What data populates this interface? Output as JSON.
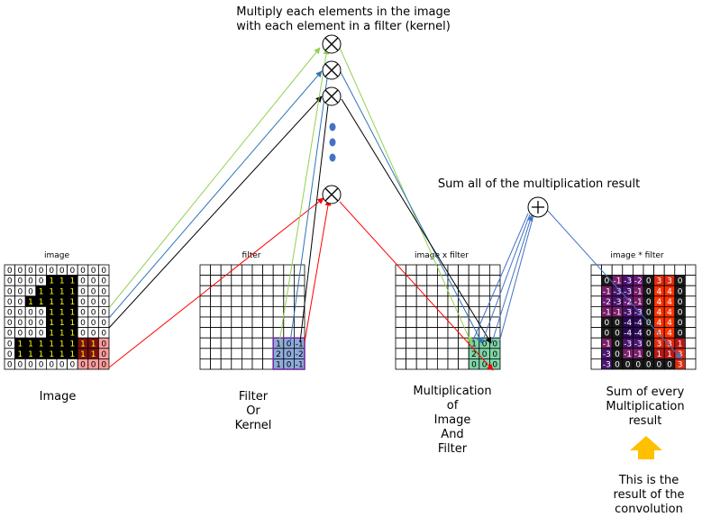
{
  "title_line1": "Multiply each elements in the image",
  "title_line2": "with each element in a filter (kernel)",
  "sum_caption": "Sum all of the multiplication result",
  "grids": {
    "image": {
      "header": "image",
      "caption": [
        "Image"
      ],
      "values": [
        [
          "0",
          "0",
          "0",
          "0",
          "0",
          "0",
          "0",
          "0",
          "0",
          "0"
        ],
        [
          "0",
          "0",
          "0",
          "0",
          "1",
          "1",
          "1",
          "0",
          "0",
          "0"
        ],
        [
          "0",
          "0",
          "0",
          "1",
          "1",
          "1",
          "1",
          "0",
          "0",
          "0"
        ],
        [
          "0",
          "0",
          "1",
          "1",
          "1",
          "1",
          "1",
          "0",
          "0",
          "0"
        ],
        [
          "0",
          "0",
          "0",
          "0",
          "1",
          "1",
          "1",
          "0",
          "0",
          "0"
        ],
        [
          "0",
          "0",
          "0",
          "0",
          "1",
          "1",
          "1",
          "0",
          "0",
          "0"
        ],
        [
          "0",
          "0",
          "0",
          "0",
          "1",
          "1",
          "1",
          "0",
          "0",
          "0"
        ],
        [
          "0",
          "1",
          "1",
          "1",
          "1",
          "1",
          "1",
          "1",
          "1",
          "0"
        ],
        [
          "0",
          "1",
          "1",
          "1",
          "1",
          "1",
          "1",
          "1",
          "1",
          "0"
        ],
        [
          "0",
          "0",
          "0",
          "0",
          "0",
          "0",
          "0",
          "0",
          "0",
          "0"
        ]
      ]
    },
    "filter": {
      "header": "filter",
      "caption": [
        "Filter",
        "Or",
        "Kernel"
      ],
      "kernel": [
        [
          "1",
          "0",
          "-1"
        ],
        [
          "2",
          "0",
          "-2"
        ],
        [
          "1",
          "0",
          "-1"
        ]
      ]
    },
    "product": {
      "header": "image x filter",
      "caption": [
        "Multiplication",
        "of",
        "Image",
        "And",
        "Filter"
      ],
      "block": [
        [
          "1",
          "0",
          "0"
        ],
        [
          "2",
          "0",
          "0"
        ],
        [
          "0",
          "0",
          "0"
        ]
      ]
    },
    "result": {
      "header": "image * filter",
      "caption": [
        "Sum of every",
        "Multiplication",
        "result"
      ],
      "values": [
        [
          "0",
          "-1",
          "-3",
          "-2",
          "0",
          "3",
          "3",
          "0"
        ],
        [
          "-1",
          "-3",
          "-3",
          "-1",
          "0",
          "4",
          "4",
          "0"
        ],
        [
          "-2",
          "-3",
          "-2",
          "-1",
          "0",
          "4",
          "4",
          "0"
        ],
        [
          "-1",
          "-1",
          "-3",
          "-3",
          "0",
          "4",
          "4",
          "0"
        ],
        [
          "0",
          "0",
          "-4",
          "-4",
          "0",
          "4",
          "4",
          "0"
        ],
        [
          "0",
          "0",
          "-4",
          "-4",
          "0",
          "4",
          "4",
          "0"
        ],
        [
          "-1",
          "0",
          "-3",
          "-3",
          "0",
          "3",
          "3",
          "1"
        ],
        [
          "-3",
          "0",
          "-1",
          "-1",
          "0",
          "1",
          "1",
          "3"
        ],
        [
          "-3",
          "0",
          "0",
          "0",
          "0",
          "0",
          "0",
          "3"
        ]
      ]
    }
  },
  "note": [
    "This is the",
    "result of the",
    "convolution"
  ],
  "colors": {
    "green": "#92d050",
    "blue": "#2e75b6",
    "black": "#000000",
    "red": "#ff0000",
    "sumblue": "#4472c4",
    "kernel_fill": "#8faadc",
    "product_fill": "#7fd4a8",
    "image_dark": "#000000",
    "image_text": "#ffff00",
    "image_red": "#ff9d9d",
    "image_darkred": "#7a1010",
    "arrow_yellow": "#ffc000",
    "dot_blue": "#4472c4"
  }
}
